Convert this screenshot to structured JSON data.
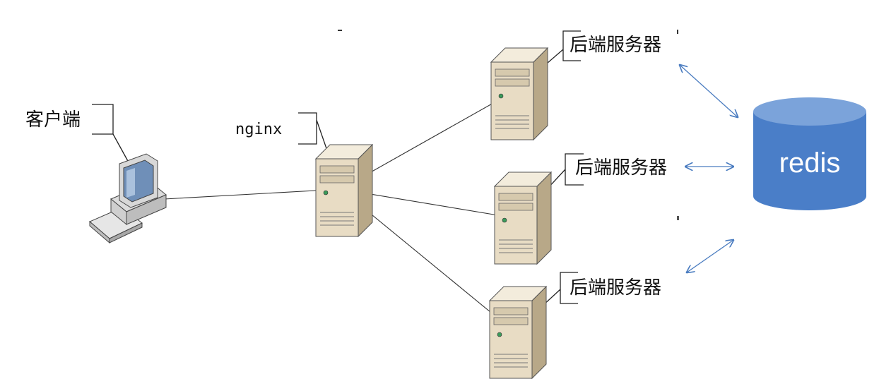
{
  "labels": {
    "client": "客户端",
    "nginx": "nginx",
    "backend_top": "后端服务器",
    "backend_mid": "后端服务器",
    "backend_bottom": "后端服务器",
    "redis": "redis"
  },
  "colors": {
    "redis_fill": "#4a7ec8",
    "redis_top": "#7ba3da",
    "arrow": "#4a7cc0",
    "server_body": "#e8dcc4",
    "server_side": "#b8a888",
    "server_top": "#f3ecdc"
  },
  "icons": {
    "client": "desktop-computer-icon",
    "servers": "tower-server-icon",
    "database": "database-cylinder-icon"
  }
}
